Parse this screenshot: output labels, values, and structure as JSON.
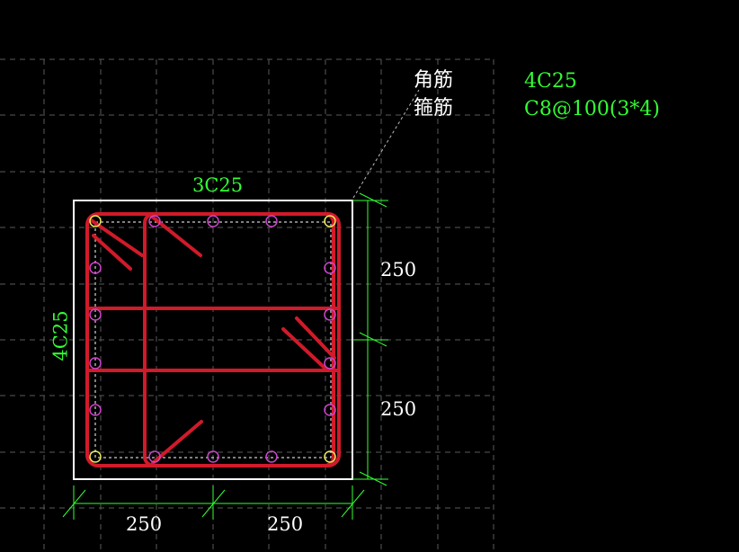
{
  "legend": {
    "corner_label": "角筋",
    "corner_value": "4C25",
    "stirrup_label": "箍筋",
    "stirrup_value": "C8@100(3*4)"
  },
  "annotations": {
    "top_bars": "3C25",
    "side_bars": "4C25"
  },
  "dimensions": {
    "right_upper": "250",
    "right_lower": "250",
    "bottom_left": "250",
    "bottom_right": "250"
  },
  "colors": {
    "background": "#000000",
    "grid": "#5a5a5a",
    "section_outline": "#ffffff",
    "stirrup": "#d11a2a",
    "corner_bar": "#e8e85a",
    "side_bar": "#cc44cc",
    "dimension_line": "#33ff33",
    "annotation_text": "#33ff33",
    "label_text": "#ffffff"
  },
  "icons": {
    "corner_bar_marker": "circle-yellow",
    "side_bar_marker": "circle-magenta"
  }
}
